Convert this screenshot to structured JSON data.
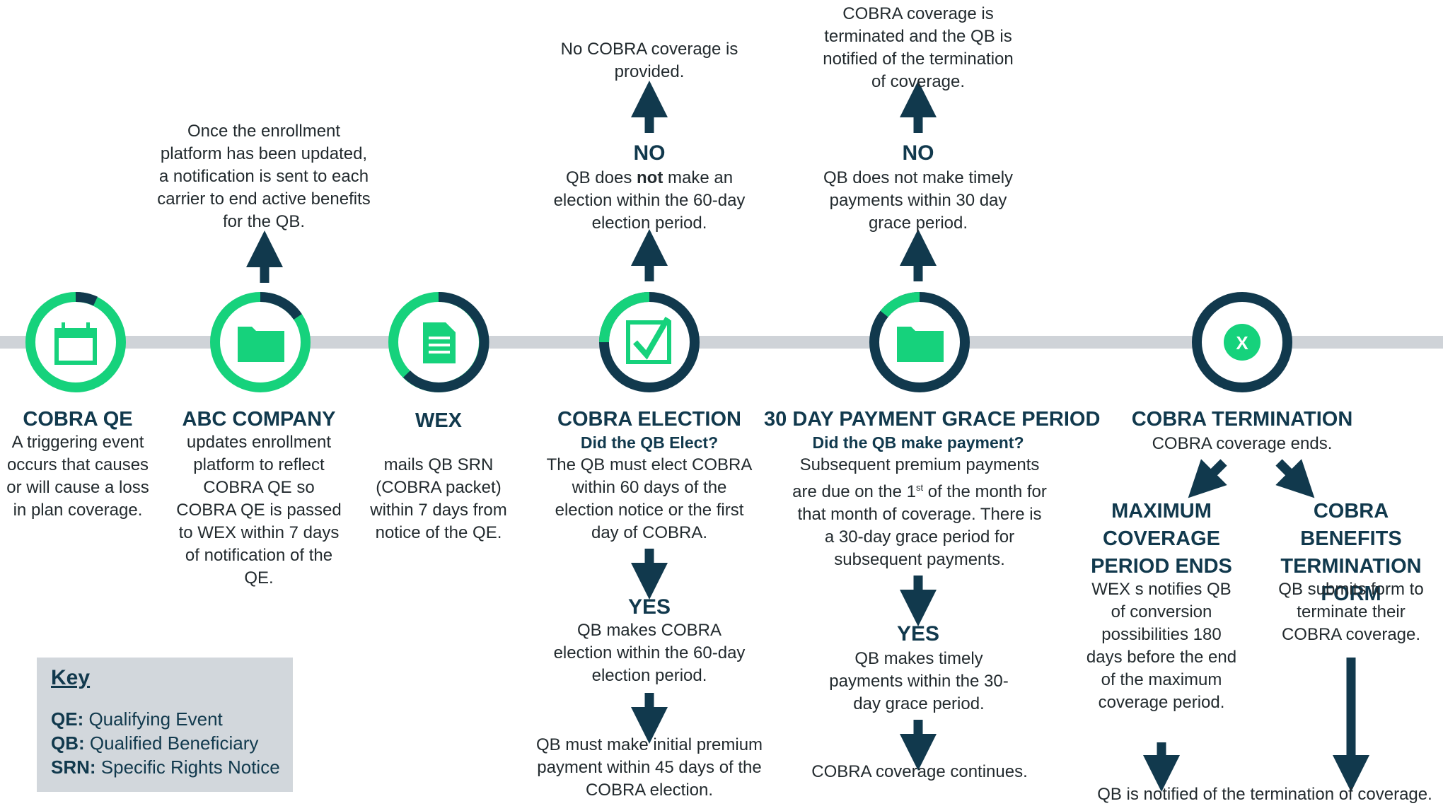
{
  "colors": {
    "navy": "#11394d",
    "green": "#16d27c",
    "timeline": "#cfd3d8",
    "key_bg": "#d2d7dc"
  },
  "icons": [
    "calendar-icon",
    "folder-icon",
    "document-icon",
    "checkbox-icon",
    "folder-icon",
    "x-icon"
  ],
  "cobra_qe": {
    "title": "COBRA QE",
    "body": "A triggering event occurs that causes or will cause a loss in plan coverage."
  },
  "abc_company": {
    "title": "ABC COMPANY",
    "body": "updates enrollment platform to reflect COBRA QE so COBRA QE is passed to WEX within 7 days of notification of the QE.",
    "top_note": "Once the enrollment platform has been updated, a notification is sent to each carrier to end active benefits for the QB."
  },
  "wex": {
    "title": "WEX",
    "body": "mails QB SRN (COBRA packet) within 7 days from notice of the QE."
  },
  "election": {
    "title": "COBRA ELECTION",
    "subtitle": "Did the QB Elect?",
    "body": "The QB must elect COBRA within 60 days of the election notice or the first day of COBRA.",
    "no_label": "NO",
    "no_text_a": "QB does ",
    "no_text_bold": "not",
    "no_text_b": " make an election within the 60-day election period.",
    "no_result": "No COBRA coverage is provided.",
    "yes_label": "YES",
    "yes_text": "QB makes COBRA election within the 60-day election period.",
    "yes_result": "QB must make initial premium payment within 45 days of the COBRA election."
  },
  "grace": {
    "title": "30 DAY PAYMENT GRACE PERIOD",
    "subtitle": "Did the QB make payment?",
    "body_a": "Subsequent premium payments are due on the 1",
    "body_sup": "st",
    "body_b": " of the month for that month of coverage. There is a 30-day grace period for subsequent payments.",
    "no_label": "NO",
    "no_text": "QB does not make timely payments within 30 day grace period.",
    "no_result": "COBRA coverage is terminated and the QB is notified of the termination of coverage.",
    "yes_label": "YES",
    "yes_text": "QB makes timely payments within the 30-day grace period.",
    "yes_result": "COBRA coverage continues."
  },
  "termination": {
    "title": "COBRA TERMINATION",
    "body": "COBRA coverage ends.",
    "icon_letter": "X",
    "max_title": "MAXIMUM COVERAGE PERIOD ENDS",
    "max_body": "WEX s notifies QB of conversion possibilities 180 days before the end of the maximum coverage period.",
    "form_title": "COBRA BENEFITS TERMINATION FORM",
    "form_body": "QB submits form to terminate their COBRA coverage.",
    "result": "QB is notified of the termination of coverage."
  },
  "key": {
    "title": "Key",
    "items": [
      {
        "abbr": "QE:",
        "text": " Qualifying Event"
      },
      {
        "abbr": "QB:",
        "text": " Qualified Beneficiary"
      },
      {
        "abbr": "SRN:",
        "text": " Specific Rights Notice"
      }
    ]
  }
}
